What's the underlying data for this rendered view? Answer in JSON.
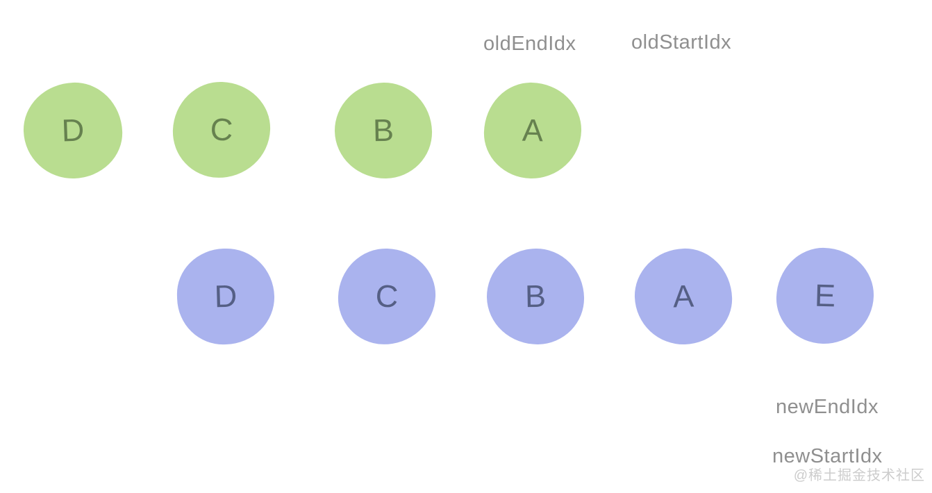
{
  "labels": {
    "old_end": "oldEndIdx",
    "old_start": "oldStartIdx",
    "new_end": "newEndIdx",
    "new_start": "newStartIdx"
  },
  "old_nodes": {
    "items": [
      {
        "label": "D"
      },
      {
        "label": "C"
      },
      {
        "label": "B"
      },
      {
        "label": "A"
      }
    ]
  },
  "new_nodes": {
    "items": [
      {
        "label": "D"
      },
      {
        "label": "C"
      },
      {
        "label": "B"
      },
      {
        "label": "A"
      },
      {
        "label": "E"
      }
    ]
  },
  "watermark": "@稀土掘金技术社区",
  "colors": {
    "old_node_fill": "#b9dd90",
    "old_node_text": "#66814f",
    "new_node_fill": "#aab3ee",
    "new_node_text": "#555f85",
    "pointer_label": "#8f8f8f",
    "watermark": "#cccccc"
  }
}
